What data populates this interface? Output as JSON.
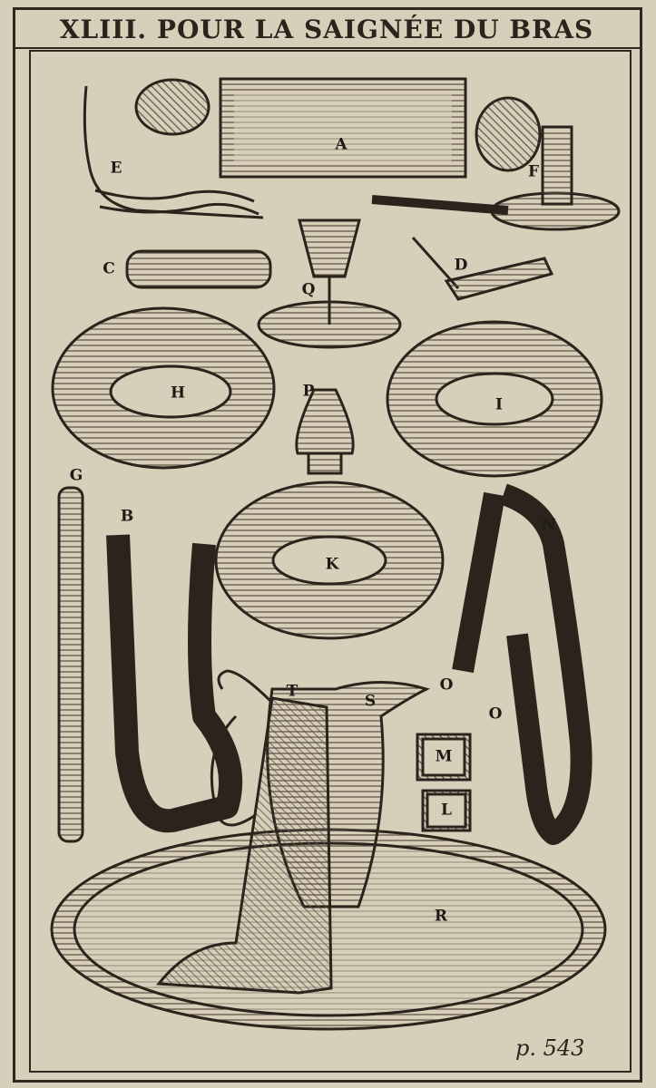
{
  "plate": {
    "title": "XLIII. POUR LA SAIGNÉE DU BRAS",
    "page_ref": "p. 543"
  },
  "labels": {
    "A": "A",
    "B": "B",
    "C": "C",
    "D": "D",
    "E": "E",
    "F": "F",
    "G": "G",
    "H": "H",
    "I": "I",
    "K": "K",
    "L": "L",
    "M": "M",
    "N": "N",
    "O1": "O",
    "O2": "O",
    "P": "P",
    "Q": "Q",
    "R": "R",
    "S": "S",
    "T": "T"
  },
  "colors": {
    "paper": "#d8cfbb",
    "ink": "#2a241d",
    "hatch": "#5a4f42"
  }
}
